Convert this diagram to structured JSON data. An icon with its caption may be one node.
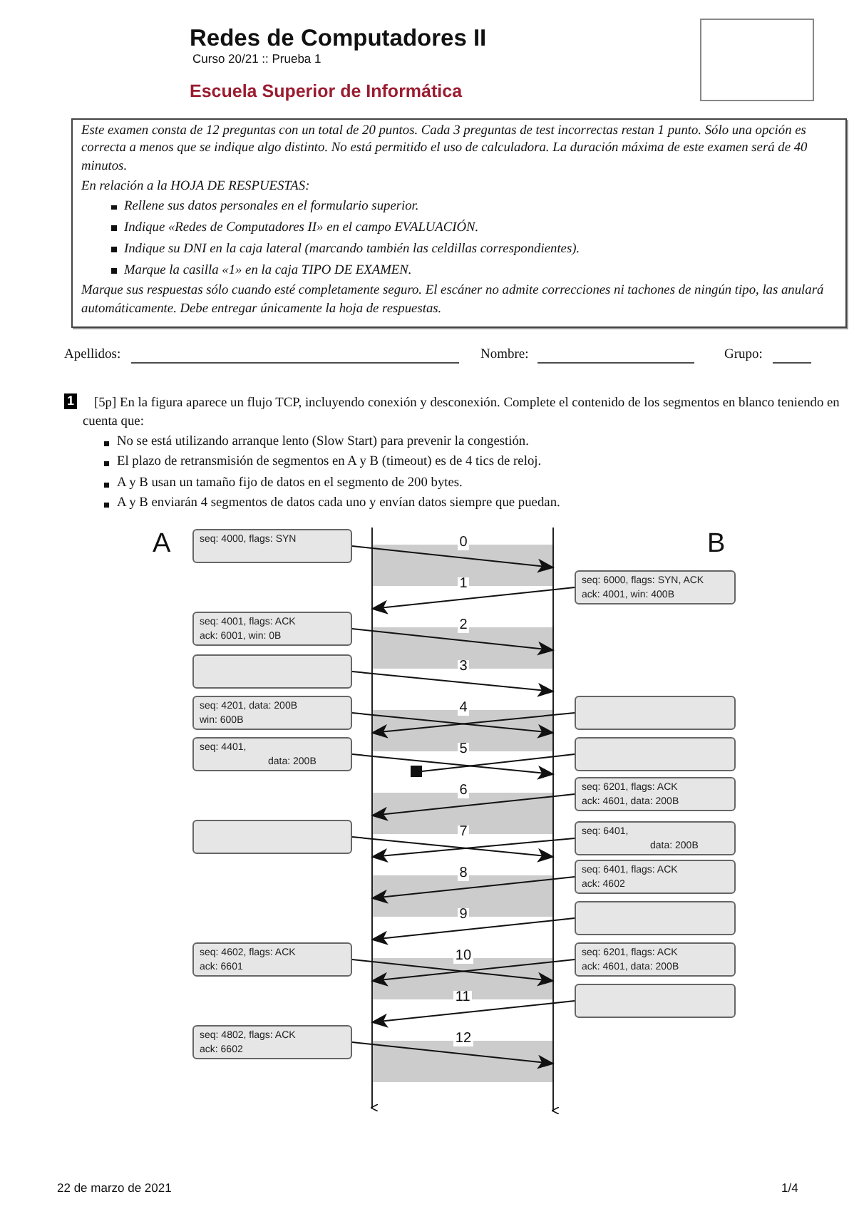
{
  "diagram": {
    "title": "Redes de Computadores II",
    "nodes": [
      {
        "text": [
          "Este examen consta de 12 preguntas con un total de 20 puntos. Cada 3 preguntas de test incorrectas restan 1 punto. Sólo una opción es correcta a menos que se indique algo distinto. No está permitido el uso de calculadora. La duración máxima de este examen será de 40 minutos.",
          "En relación a la HOJA DE RESPUESTAS:",
          "Rellene sus datos personales en el formulario superior.",
          "Indique «Redes de Computadores II» en el campo EVALUACIÓN.",
          "Indique su DNI en la caja lateral (marcando también las celdillas correspondientes).",
          "Marque la casilla «1» en la caja TIPO DE EXAMEN.",
          "Marque sus respuestas sólo cuando esté completamente seguro. El escáner no admite correcciones ni tachones de ningún tipo, las anulará automáticamente. Debe entregar únicamente la hoja de respuestas."
        ]
      },
      {
        "text": [
          "seq: 4000, flags: SYN"
        ]
      },
      {
        "text": [
          "seq: 6000, flags: SYN, ACK",
          "ack: 4001, win: 400B"
        ]
      },
      {
        "text": [
          "seq: 4001, flags: ACK",
          "ack: 6001, win: 0B"
        ]
      },
      {
        "text": [],
        "shape": "box"
      },
      {
        "text": [
          "seq: 4201, data: 200B",
          "win: 600B"
        ]
      },
      {
        "text": [],
        "shape": "box"
      },
      {
        "text": [
          "seq: 4401,",
          "data: 200B"
        ]
      },
      {
        "text": [],
        "shape": "box"
      },
      {
        "text": [
          "seq: 6201, flags: ACK",
          "ack: 4601, data: 200B"
        ]
      },
      {
        "text": [],
        "shape": "box"
      },
      {
        "text": [
          "seq: 6401,",
          "data: 200B"
        ]
      },
      {
        "text": [
          "seq: 6401, flags: ACK",
          "ack: 4602"
        ]
      },
      {
        "text": [],
        "shape": "box"
      },
      {
        "text": [
          "seq: 4602, flags: ACK",
          "ack: 6601"
        ]
      },
      {
        "text": [
          "seq: 6201, flags: ACK",
          "ack: 4601, data: 200B"
        ]
      },
      {
        "text": [],
        "shape": "box"
      },
      {
        "text": [
          "seq: 4802, flags: ACK",
          "ack: 6602"
        ]
      },
      {
        "text": [],
        "shape": "line"
      },
      {
        "text": [],
        "shape": "line"
      },
      {
        "text": [],
        "shape": "square"
      }
    ],
    "edges": [
      {
        "from": 1,
        "to": 19,
        "arrow": "to",
        "label": "0"
      },
      {
        "from": 2,
        "to": 18,
        "arrow": "to",
        "label": "1"
      },
      {
        "from": 3,
        "to": 19,
        "arrow": "to",
        "label": "2"
      },
      {
        "from": 4,
        "to": 19,
        "arrow": "to",
        "label": "3"
      },
      {
        "from": 5,
        "to": 19,
        "arrow": "to",
        "label": "4"
      },
      {
        "from": 6,
        "to": 18,
        "arrow": "to"
      },
      {
        "from": 7,
        "to": 19,
        "arrow": "to",
        "label": "5"
      },
      {
        "from": 8,
        "to": 20,
        "arrow": "none"
      },
      {
        "from": 9,
        "to": 18,
        "arrow": "to",
        "label": "6"
      },
      {
        "from": 10,
        "to": 19,
        "arrow": "to",
        "label": "7"
      },
      {
        "from": 11,
        "to": 18,
        "arrow": "to"
      },
      {
        "from": 12,
        "to": 18,
        "arrow": "to",
        "label": "8"
      },
      {
        "from": 13,
        "to": 18,
        "arrow": "to",
        "label": "9"
      },
      {
        "from": 14,
        "to": 19,
        "arrow": "to",
        "label": "10"
      },
      {
        "from": 15,
        "to": 18,
        "arrow": "to"
      },
      {
        "from": 16,
        "to": 18,
        "arrow": "to",
        "label": "11"
      },
      {
        "from": 17,
        "to": 19,
        "arrow": "to",
        "label": "12"
      }
    ],
    "labels": [
      "Curso 20/21 :: Prueba 1",
      "Escuela Superior de Informática",
      "Apellidos:",
      "Nombre:",
      "Grupo:",
      "1",
      "[5p] En la figura aparece un flujo TCP, incluyendo conexión y desconexión. Complete el contenido de los segmentos en blanco teniendo en cuenta que:",
      "No se está utilizando arranque lento (Slow Start) para prevenir la congestión.",
      "El plazo de retransmisión de segmentos en A y B (timeout) es de 4 tics de reloj.",
      "A y B usan un tamaño fijo de datos en el segmento de 200 bytes.",
      "A y B enviarán 4 segmentos de datos cada uno y envían datos siempre que puedan.",
      "A",
      "B",
      "22 de marzo de 2021",
      "1/4"
    ]
  }
}
